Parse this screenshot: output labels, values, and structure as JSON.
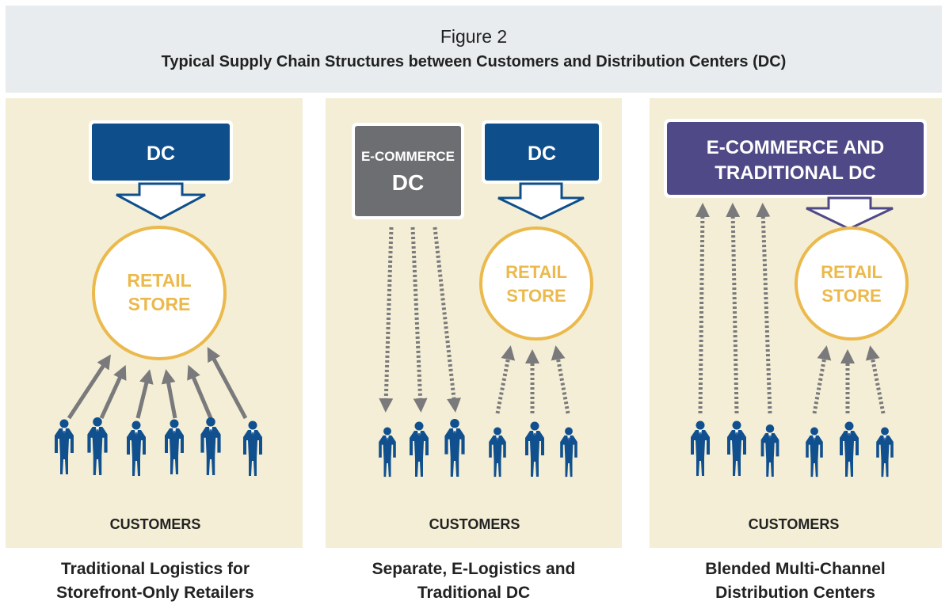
{
  "header": {
    "figure_label": "Figure 2",
    "title": "Typical Supply Chain Structures between Customers and Distribution Centers (DC)"
  },
  "colors": {
    "dc_blue": "#0e4f8b",
    "ecommerce_gray": "#6d6e71",
    "blended_purple": "#4f4a87",
    "retail_gold": "#ebb94c",
    "panel_bg": "#f3eed5",
    "header_bg": "#e8ecee",
    "arrow_gray": "#7a7a7c",
    "customer_blue": "#11508f"
  },
  "panels": [
    {
      "dc_label": "DC",
      "store_label": [
        "RETAIL",
        "STORE"
      ],
      "customers_label": "CUSTOMERS",
      "caption": [
        "Traditional Logistics for",
        "Storefront-Only Retailers"
      ]
    },
    {
      "ecommerce_dc_label": [
        "E-COMMERCE",
        "DC"
      ],
      "dc_label": "DC",
      "store_label": [
        "RETAIL",
        "STORE"
      ],
      "customers_label": "CUSTOMERS",
      "caption": [
        "Separate, E-Logistics and",
        "Traditional DC"
      ]
    },
    {
      "blended_dc_label": [
        "E-COMMERCE AND",
        "TRADITIONAL DC"
      ],
      "store_label": [
        "RETAIL",
        "STORE"
      ],
      "customers_label": "CUSTOMERS",
      "caption": [
        "Blended Multi-Channel",
        "Distribution Centers"
      ]
    }
  ],
  "icons": {
    "customer": "person-silhouette-icon",
    "flow_arrow": "arrow-icon",
    "delivery_arrow": "block-arrow-down-icon"
  }
}
